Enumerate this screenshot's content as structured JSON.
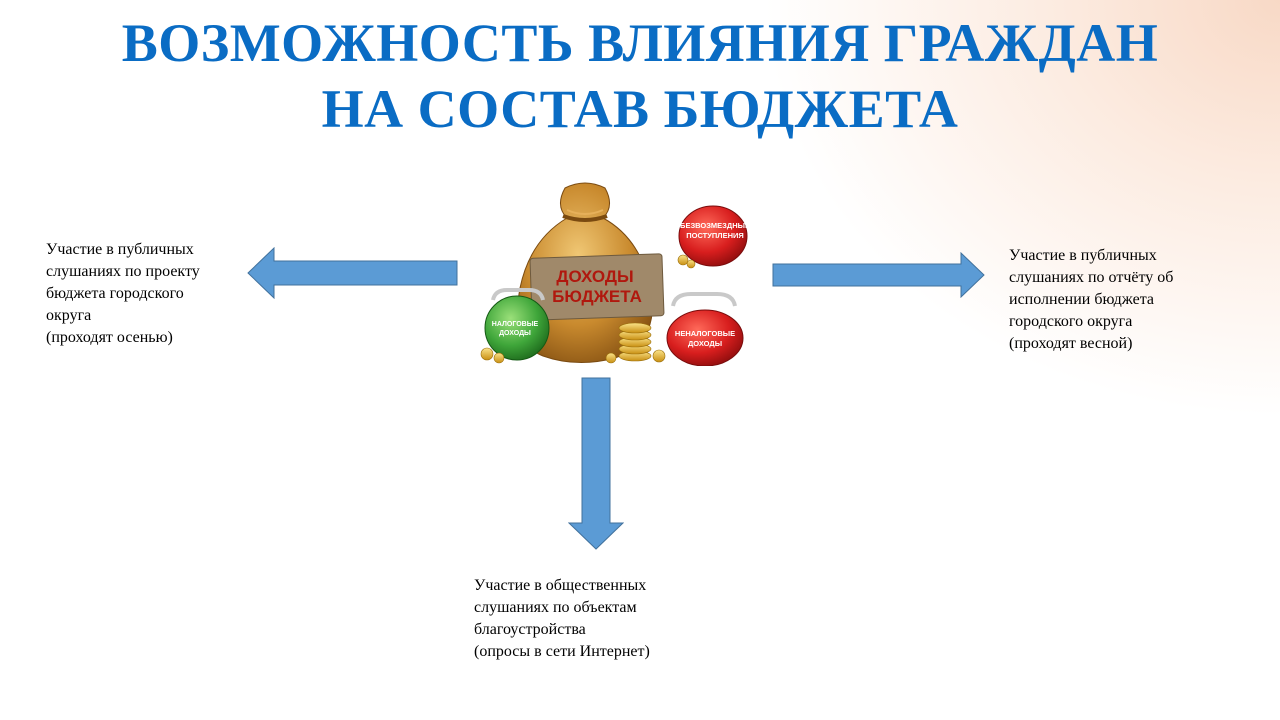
{
  "slide": {
    "title_lines": [
      "ВОЗМОЖНОСТЬ ВЛИЯНИЯ ГРАЖДАН",
      "НА СОСТАВ БЮДЖЕТА"
    ]
  },
  "image": {
    "bag_label_lines": [
      "ДОХОДЫ",
      "БЮДЖЕТА"
    ],
    "top_right_purse_lines": [
      "БЕЗВОЗМЕЗДНЫЕ",
      "ПОСТУПЛЕНИЯ"
    ],
    "left_purse_lines": [
      "НАЛОГОВЫЕ",
      "ДОХОДЫ"
    ],
    "right_purse_lines": [
      "НЕНАЛОГОВЫЕ",
      "ДОХОДЫ"
    ]
  },
  "branches": {
    "left": {
      "lines": [
        "Участие в публичных",
        "слушаниях по проекту",
        "бюджета городского",
        "округа",
        "(проходят осенью)"
      ]
    },
    "right": {
      "lines": [
        "Участие в публичных",
        "слушаниях по отчёту об",
        "исполнении бюджета",
        "городского округа",
        "(проходят весной)"
      ]
    },
    "bottom": {
      "lines": [
        "Участие в общественных",
        "слушаниях по объектам",
        "благоустройства",
        "(опросы в сети Интернет)"
      ]
    }
  },
  "colors": {
    "title": "#0a6cc4",
    "arrow_fill": "#5b9bd5",
    "arrow_stroke": "#41719c",
    "bag": "#c98a2e",
    "green_purse": "#3fa63a",
    "red_purse": "#d81e1e",
    "coin": "#e8b923"
  }
}
